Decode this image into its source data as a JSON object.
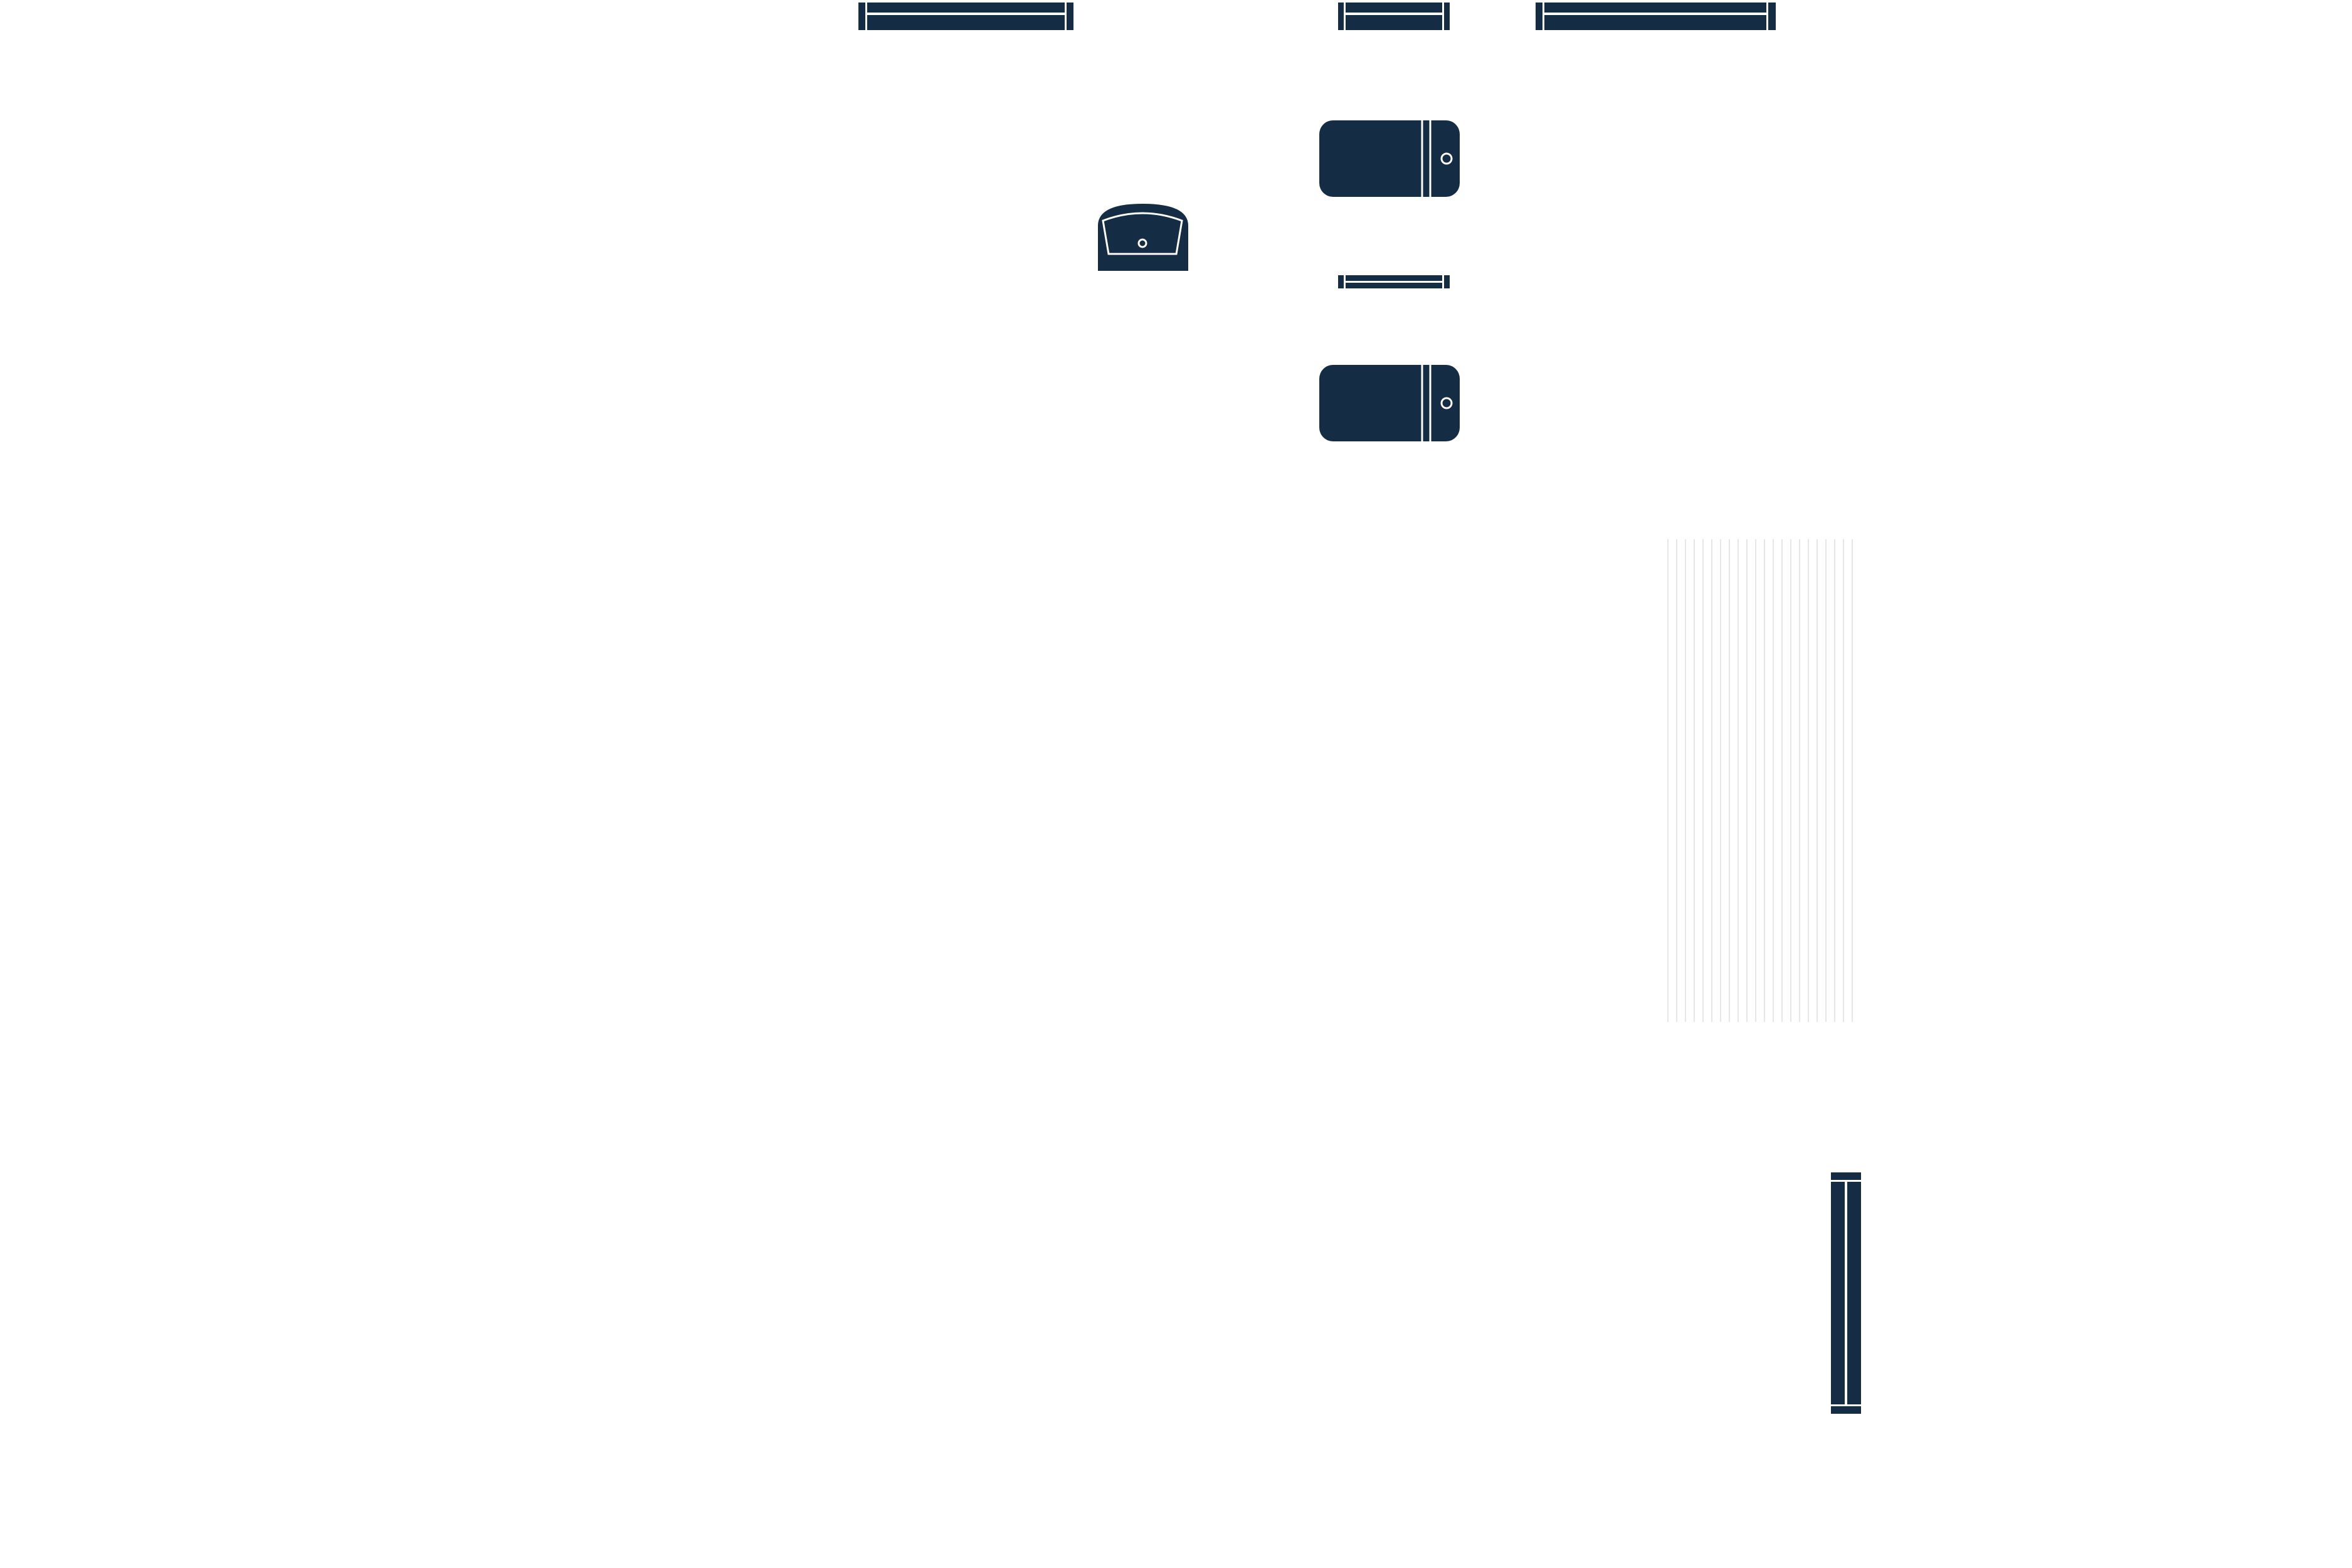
{
  "plan": {
    "colors": {
      "fixture_fill": "#152d44",
      "fixture_line": "#ffffff",
      "stair_hatch": "#e4e6e8",
      "background": "#ffffff"
    },
    "fixtures": [
      {
        "kind": "radiator",
        "icon": "radiator-icon",
        "orientation": "horizontal"
      },
      {
        "kind": "radiator",
        "icon": "radiator-icon",
        "orientation": "horizontal"
      },
      {
        "kind": "radiator",
        "icon": "radiator-icon",
        "orientation": "horizontal"
      },
      {
        "kind": "bathtub",
        "icon": "bathtub-icon",
        "orientation": "horizontal"
      },
      {
        "kind": "washbasin",
        "icon": "washbasin-icon",
        "orientation": "horizontal"
      },
      {
        "kind": "radiator",
        "icon": "radiator-icon",
        "orientation": "horizontal"
      },
      {
        "kind": "bathtub",
        "icon": "bathtub-icon",
        "orientation": "horizontal"
      },
      {
        "kind": "staircase",
        "icon": "staircase-icon",
        "orientation": "vertical"
      },
      {
        "kind": "radiator",
        "icon": "radiator-icon",
        "orientation": "vertical"
      }
    ]
  }
}
